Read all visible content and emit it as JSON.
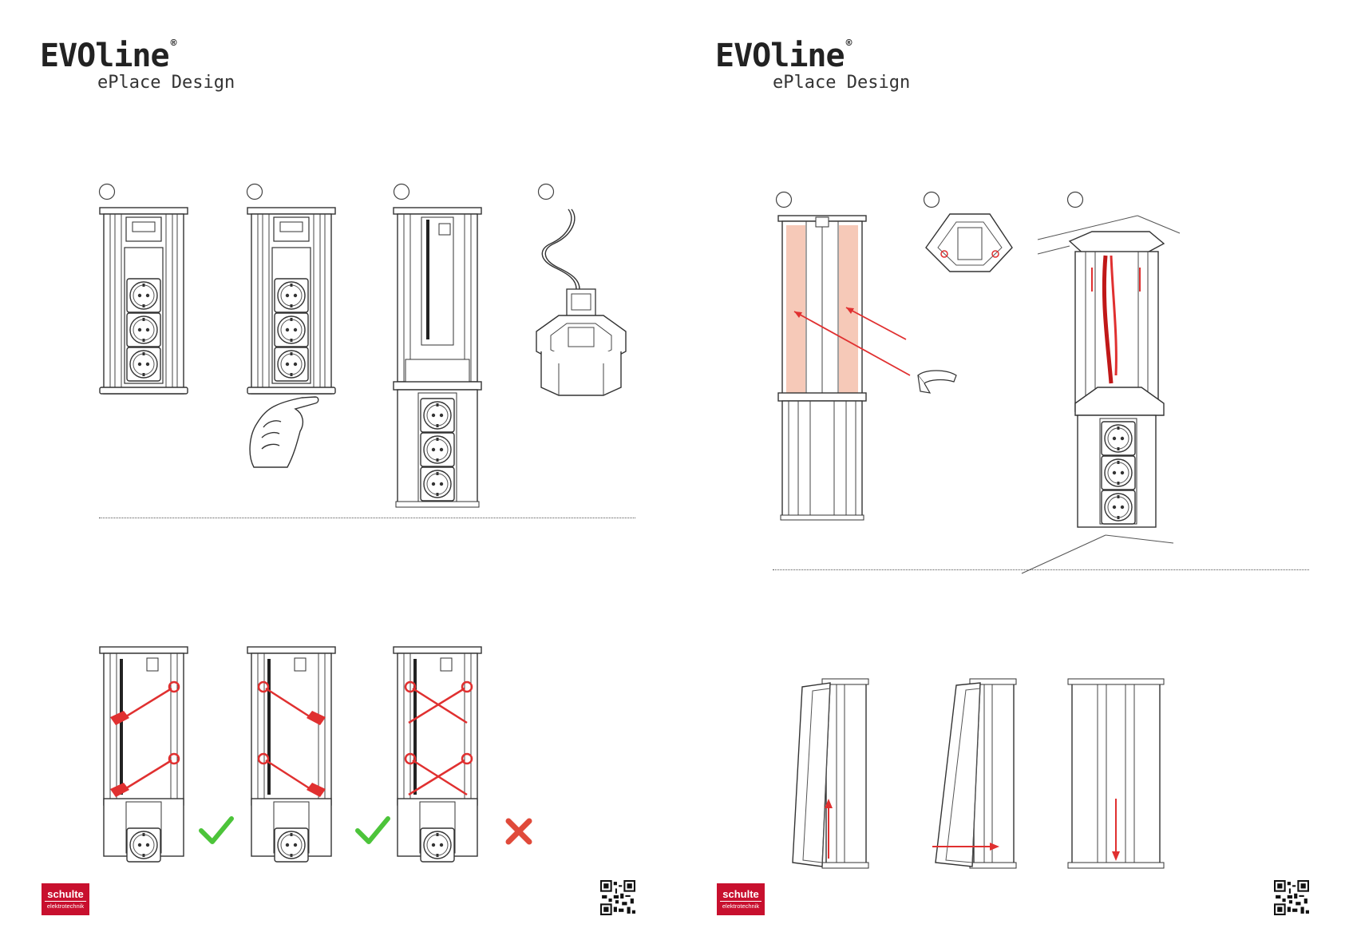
{
  "pages": [
    {
      "brand": "EVOline",
      "brand_mark": "®",
      "subtitle": "ePlace Design"
    },
    {
      "brand": "EVOline",
      "brand_mark": "®",
      "subtitle": "ePlace Design"
    }
  ],
  "logo": {
    "line1": "schulte",
    "line2": "elektrotechnik"
  },
  "icons": {
    "check": "check-mark-icon",
    "cross": "cross-mark-icon",
    "hand": "hand-press-icon",
    "qr": "qr-code-icon",
    "step": "step-circle-icon"
  },
  "colors": {
    "accent": "#e03030",
    "ok": "#4cc43a",
    "nok": "#e04a3a",
    "brand": "#c8102e",
    "highlight": "#f6c9b8"
  }
}
